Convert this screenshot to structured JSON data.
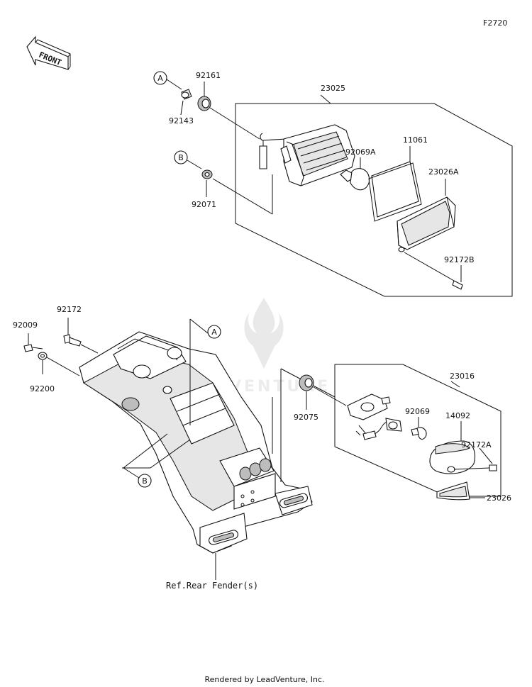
{
  "diagram": {
    "code": "F2720",
    "front_label": "FRONT",
    "watermark": "ADVENTURE",
    "reference_note": "Ref.Rear Fender(s)",
    "footer": "Rendered by LeadVenture, Inc.",
    "callouts": {
      "a": "A",
      "b": "B"
    },
    "parts": {
      "p23025": "23025",
      "p92161": "92161",
      "p92143": "92143",
      "p92071": "92071",
      "p11061": "11061",
      "p92069A": "92069A",
      "p23026A": "23026A",
      "p92172B": "92172B",
      "p92009": "92009",
      "p92172": "92172",
      "p92200": "92200",
      "p23016": "23016",
      "p92075": "92075",
      "p92069": "92069",
      "p14092": "14092",
      "p92172A": "92172A",
      "p23026": "23026"
    }
  }
}
